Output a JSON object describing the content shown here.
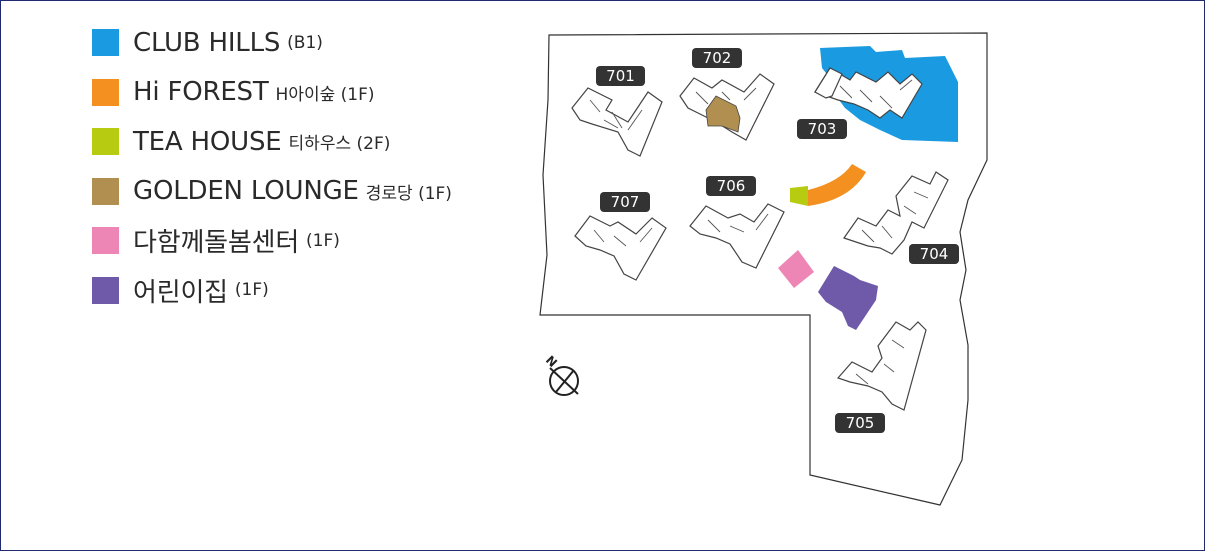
{
  "legend": [
    {
      "label": "CLUB HILLS",
      "sub": "(B1)",
      "color": "#1a9ae0"
    },
    {
      "label": "Hi FOREST",
      "sub": "H아이숲 (1F)",
      "color": "#f39020"
    },
    {
      "label": "TEA HOUSE",
      "sub": "티하우스 (2F)",
      "color": "#b7cc10"
    },
    {
      "label": "GOLDEN LOUNGE",
      "sub": "경로당 (1F)",
      "color": "#b08f50"
    },
    {
      "label": "다함께돌봄센터",
      "sub": "(1F)",
      "color": "#ee86b5"
    },
    {
      "label": "어린이집",
      "sub": "(1F)",
      "color": "#6e5aa8"
    }
  ],
  "buildings": [
    "701",
    "702",
    "703",
    "704",
    "705",
    "706",
    "707"
  ],
  "compass": {
    "label": "N"
  },
  "colors": {
    "border": "#1f2b6e",
    "building_stroke": "#444444",
    "label_bg": "#333333"
  }
}
